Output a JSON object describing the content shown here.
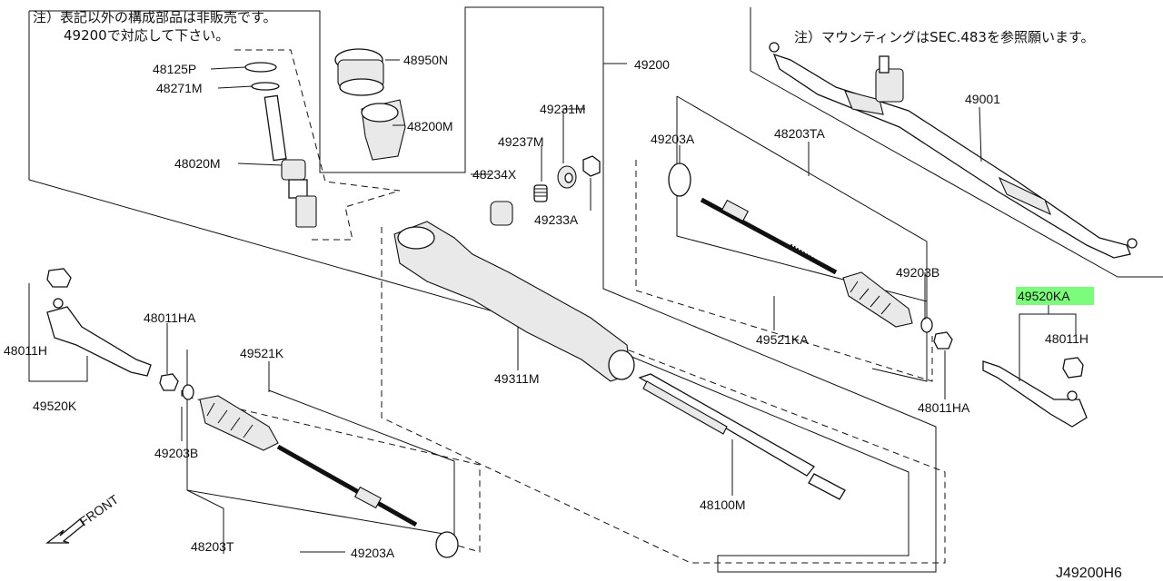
{
  "notes": {
    "left_line1": "注）表記以外の構成部品は非販売です。",
    "left_line2": "49200で対応して下さい。",
    "right": "注）マウンティングはSEC.483を参照願います。"
  },
  "direction_label": "FRONT",
  "diagram_code": "J49200H6",
  "highlight_color": "#7CFC7C",
  "highlighted_part": "49520KA",
  "labels": {
    "p48125P": "48125P",
    "p48271M": "48271M",
    "p48020M": "48020M",
    "p48950N": "48950N",
    "p48200M": "48200M",
    "p49200": "49200",
    "p49231M": "49231M",
    "p49237M": "49237M",
    "p48234X": "48234X",
    "p49233A": "49233A",
    "p49203A_top": "49203A",
    "p48203TA": "48203TA",
    "p49001": "49001",
    "p48011H_left": "48011H",
    "p49520K": "49520K",
    "p48011HA_left": "48011HA",
    "p49521K": "49521K",
    "p49203B_left": "49203B",
    "p48203T": "48203T",
    "p49203A_bottom": "49203A",
    "p49311M": "49311M",
    "p48100M": "48100M",
    "p49521KA": "49521KA",
    "p49203B_right": "49203B",
    "p49520KA": "49520KA",
    "p48011H_right": "48011H",
    "p48011HA_right": "48011HA"
  }
}
